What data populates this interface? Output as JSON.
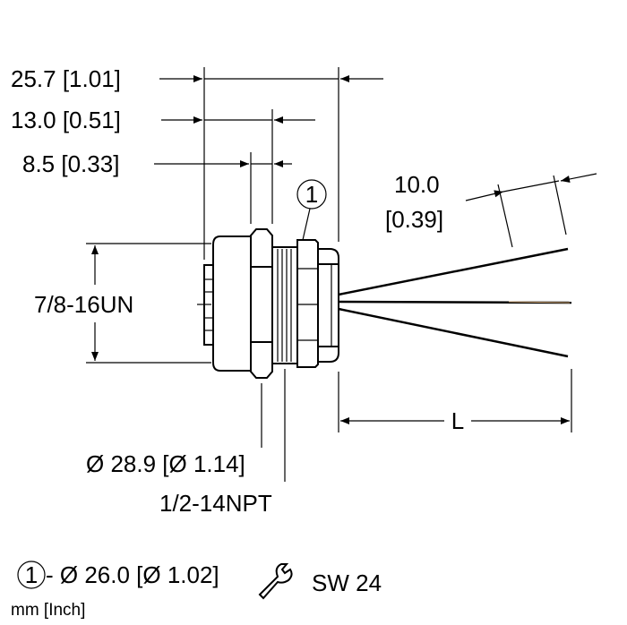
{
  "dimensions": {
    "overall_length": "25.7 [1.01]",
    "flange_to_end": "13.0 [0.51]",
    "flange_thickness": "8.5 [0.33]",
    "wire_strip": "10.0",
    "wire_strip_inch": "[0.39]",
    "thread_size": "7/8-16UN",
    "hex_diameter": "Ø 28.9 [Ø 1.14]",
    "pipe_thread": "1/2-14NPT",
    "length_label": "L"
  },
  "callout": {
    "number": "1",
    "note": "- Ø 26.0 [Ø 1.02]",
    "wrench_size": "SW 24"
  },
  "units": "mm [Inch]",
  "colors": {
    "line": "#000000",
    "wire_tip": "#c8a070",
    "background": "#ffffff"
  },
  "icons": [
    "wrench-icon",
    "callout-circle-icon",
    "arrowhead-icon"
  ]
}
